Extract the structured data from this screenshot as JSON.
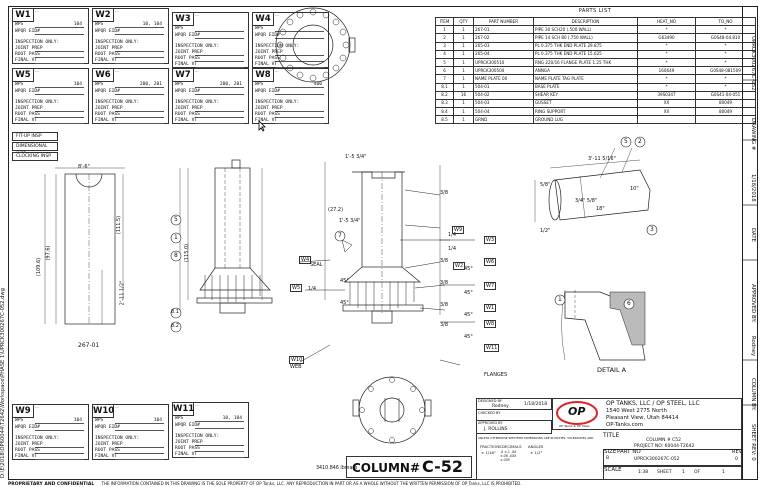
{
  "weld_boxes": [
    {
      "id": "W1",
      "val": "104",
      "code": "---"
    },
    {
      "id": "W2",
      "val": "10, 104",
      "code": "---"
    },
    {
      "id": "W3",
      "val": "",
      "code": "---"
    },
    {
      "id": "W4",
      "val": "",
      "code": "---"
    },
    {
      "id": "W5",
      "val": "104",
      "code": "---"
    },
    {
      "id": "W6",
      "val": "200, 201",
      "code": "---"
    },
    {
      "id": "W7",
      "val": "200, 201",
      "code": "---"
    },
    {
      "id": "W8",
      "val": "400",
      "code": "---"
    },
    {
      "id": "W9",
      "val": "104",
      "code": "---"
    },
    {
      "id": "W10",
      "val": "104",
      "code": "---"
    },
    {
      "id": "W11",
      "val": "10, 104",
      "code": "---"
    }
  ],
  "weld_box_lines": {
    "wps": "WPS",
    "wpqr": "WPQR EID#",
    "inspection": "INSPECTION ONLY:",
    "joint": "JOINT PREP",
    "root": "ROOT PASS",
    "final": "FINAL VT"
  },
  "inspection_boxes": [
    "FIT-UP INSP",
    "DIMENSIONAL INSP",
    "CLOCKING INSP"
  ],
  "parts_list": {
    "title": "PARTS LIST",
    "headers": [
      "ITEM",
      "QTY",
      "PART NUMBER",
      "DESCRIPTION",
      "HEAT_NO",
      "TO_NO"
    ],
    "rows": [
      [
        "1",
        "1",
        "267-01",
        "PIPE 30 SCH20 (.500 WALL)",
        "*",
        "*"
      ],
      [
        "2",
        "1",
        "267-02",
        "PIPE 14 SCH 80 (.750 WALL)",
        "G63490",
        "G0S48-04.810"
      ],
      [
        "3",
        "1",
        "265-03",
        "PL 0.375 THK END PLATE 29.875",
        "*",
        "*"
      ],
      [
        "4",
        "1",
        "265-04",
        "PL 0.375 THK END PLATE 15.625",
        "*",
        "*"
      ],
      [
        "5",
        "1",
        "UPRCK300510",
        "RNG 220/16 FLANGE PLATE 1.25 THK",
        "*",
        "*"
      ],
      [
        "6",
        "1",
        "UPRCK300504",
        "ANNGA",
        "160649",
        "G0S48-081509"
      ],
      [
        "7",
        "1",
        "NAME PLATE 00",
        "NAME PLATE TAG PLATE",
        "*",
        "*"
      ],
      [
        "8.1",
        "1",
        "504-01",
        "BASE PLATE",
        "*",
        "*"
      ],
      [
        "8.2",
        "16",
        "504-02",
        "SHEAR KEY",
        "39S0347",
        "G0S41-04-051"
      ],
      [
        "8.3",
        "1",
        "504-03",
        "GUSSET",
        "XX",
        "80049"
      ],
      [
        "8.4",
        "1",
        "504-04",
        "RING SUPPORT",
        "XX",
        "80049"
      ],
      [
        "8.5",
        "1",
        "GRND",
        "GROUND LUG",
        "",
        ""
      ]
    ]
  },
  "drawing": {
    "part_label": "267-01",
    "detail_label": "DETAIL  A",
    "dims": [
      "8'-6\"",
      "(97.6)",
      "(109.6)",
      "(111.5)",
      "(115.0)",
      "2'-11 1/2\"",
      "1'-5 3/4\"",
      "(27.2)",
      "1'-5 3/4\"",
      "3'-11 5/16\"",
      "5/8\"",
      "3/4\" 5/8\"",
      "1/2\"",
      "18\"",
      "10\""
    ],
    "weld_symbols": [
      "3/8",
      "1/4",
      "1/4",
      "3/8",
      "3/8",
      "3/8",
      "1/4",
      "3/8",
      "45°",
      "45°",
      "45°",
      "45°",
      "45°",
      "45°"
    ],
    "weld_tags": [
      "W3",
      "W9",
      "W7",
      "W2",
      "W6",
      "W1",
      "W8",
      "W4",
      "W5",
      "W10",
      "W11"
    ],
    "callouts": [
      "5",
      "1",
      "8",
      "2",
      "7",
      "8.1",
      "8.2",
      "3",
      "5",
      "2",
      "1",
      "6"
    ],
    "flags": [
      "SEAL",
      "FLANGES",
      "WEB"
    ]
  },
  "title_block": {
    "designed_by_label": "DESIGNED BY",
    "designed_by": "Rodney",
    "date": "1/18/2018",
    "checked_by_label": "CHECKED BY",
    "approved_by_label": "APPROVED BY",
    "approved_by": "J. ROLLINS",
    "tolerance_note": "UNLESS OTHERWISE SPECIFIED DIMENSIONS ARE IN INCHES. TOLERANCES ARE:",
    "fractions_label": "FRACTIONS",
    "fractions": "± 1/16\"",
    "decimals_label": "DECIMALS",
    "decimals": ".X ±.1  .XX ±.06  .XXX ±.005",
    "angles_label": "ANGLES",
    "angles": "± 1/2°",
    "company": "OP TANKS, LLC / OP STEEL, LLC",
    "address1": "1540 West 2775 North",
    "address2": "Pleasant View, Utah 84414",
    "website": "OP-Tanks.com",
    "logo_text": "OP",
    "logo_tag": "OP Tanks & OP Steel",
    "title_label": "TITLE",
    "title": "COLUMN # C52",
    "project": "PROJECT NO: 60044-T2642",
    "size_label": "SIZE",
    "size": "B",
    "part_label": "PART NO",
    "part_no": "UPRCK300267C-052",
    "rev_label": "REV",
    "rev": "0",
    "scale_label": "SCALE",
    "scale": "1:38",
    "sheet_label": "SHEET",
    "sheet": "1",
    "of_label": "OF",
    "of": "1",
    "weight": "3410.846 lbmass",
    "column_big_label": "COLUMN#",
    "column_big_value": "C-52"
  },
  "side_rail": {
    "top": "UPRCK300267C-052",
    "drawing": "DRAWING #",
    "date_label": "DATE",
    "date": "1/18/2018",
    "approved": "APPROVED BY:",
    "approved_by": "Rodney",
    "column_by": "COLUMN BY:",
    "sheet_rev": "SHEET REV:  0"
  },
  "left_path": "D:\\E\\2018\\OP60044\\T2642\\Workspace\\PHASE 1\\UPRCK300267C-052.dwg",
  "footer": {
    "bold": "PROPRIETARY AND CONFIDENTIAL",
    "text": "THE INFORMATION CONTAINED IN THIS DRAWING IS THE SOLE PROPERTY OF OP Tanks, LLC. ANY REPRODUCTION IN PART OR AS A WHOLE WITHOUT THE WRITTEN PERMISSION OF OP Tanks, LLC IS PROHIBITED."
  }
}
